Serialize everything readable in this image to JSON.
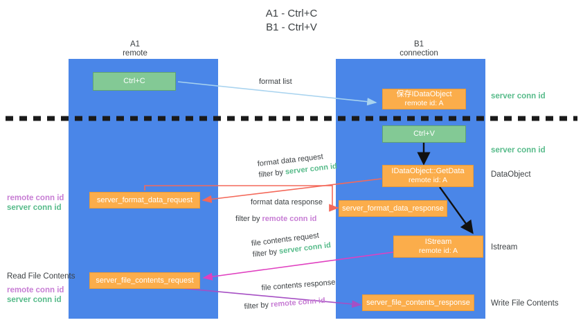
{
  "title": {
    "line1": "A1 - Ctrl+C",
    "line2": "B1 - Ctrl+V"
  },
  "lanes": [
    {
      "id": "a1",
      "name": "A1",
      "sub": "remote"
    },
    {
      "id": "b1",
      "name": "B1",
      "sub": "connection"
    }
  ],
  "nodes": {
    "ctrl_c": {
      "label": "Ctrl+C",
      "color": "#83c995"
    },
    "save_idataobject": {
      "line1": "保存IDataObject",
      "line2": "remote id: A",
      "color": "#fbad4b"
    },
    "ctrl_v": {
      "label": "Ctrl+V",
      "color": "#83c995"
    },
    "getdata": {
      "line1": "IDataObject::GetData",
      "line2": "remote id: A",
      "color": "#fbad4b"
    },
    "istream": {
      "line1": "IStream",
      "line2": "remote id: A",
      "color": "#fbad4b"
    },
    "server_format_data_request": {
      "label": "server_format_data_request",
      "color": "#fbad4b"
    },
    "server_format_data_response": {
      "label": "server_format_data_response",
      "color": "#fbad4b"
    },
    "server_file_contents_request": {
      "label": "server_file_contents_request",
      "color": "#fbad4b"
    },
    "server_file_contents_response": {
      "label": "server_file_contents_response",
      "color": "#fbad4b"
    }
  },
  "edges": {
    "format_list": {
      "label": "format list"
    },
    "format_data_request": {
      "label": "format data request",
      "filter_prefix": "filter by ",
      "filter_key": "server conn id",
      "filter_color": "server"
    },
    "format_data_response": {
      "label": "format data response",
      "filter_prefix": "filter by ",
      "filter_key": "remote conn id",
      "filter_color": "remote"
    },
    "file_contents_request": {
      "label": "file contents request",
      "filter_prefix": "filter by ",
      "filter_key": "server conn id",
      "filter_color": "server"
    },
    "file_contents_response": {
      "label": "file contents response",
      "filter_prefix": "filter by ",
      "filter_key": "remote conn id",
      "filter_color": "remote"
    }
  },
  "side_labels": {
    "right_server_conn_top": "server conn id",
    "right_server_conn_mid": "server conn id",
    "right_dataobject": "DataObject",
    "right_istream": "Istream",
    "right_write_file_contents": "Write File Contents",
    "left_remote_conn_1": "remote conn id",
    "left_server_conn_1": "server conn id",
    "left_read_file_contents": "Read File Contents",
    "left_remote_conn_2": "remote conn id",
    "left_server_conn_2": "server conn id"
  },
  "colors": {
    "lane": "#4a86e8",
    "green_node": "#83c995",
    "orange_node": "#fbad4b",
    "server_conn": "#57bb8a",
    "remote_conn": "#c77dd4",
    "arrow_blue": "#a8d3ef",
    "arrow_red": "#f4695a",
    "arrow_magenta": "#e040c0",
    "arrow_purple": "#a64fc4",
    "arrow_black": "#000000",
    "divider": "#1a1a1a",
    "background": "#ffffff"
  }
}
